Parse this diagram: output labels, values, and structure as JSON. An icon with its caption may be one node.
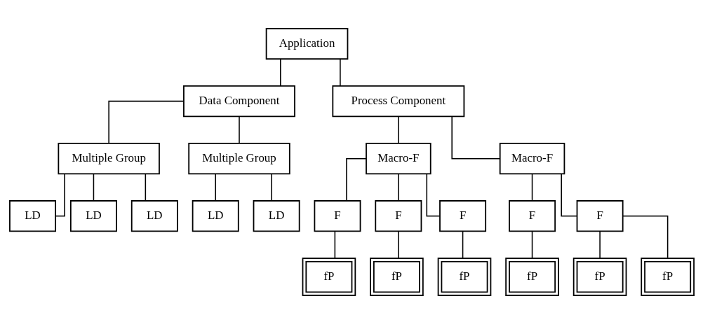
{
  "diagram": {
    "nodes": [
      {
        "text": [
          "Application"
        ]
      },
      {
        "text": [
          "Data Component"
        ]
      },
      {
        "text": [
          "Process Component"
        ]
      },
      {
        "text": [
          "Multiple Group"
        ]
      },
      {
        "text": [
          "Multiple Group"
        ]
      },
      {
        "text": [
          "LD"
        ]
      },
      {
        "text": [
          "LD"
        ]
      },
      {
        "text": [
          "LD"
        ]
      },
      {
        "text": [
          "LD"
        ]
      },
      {
        "text": [
          "LD"
        ]
      },
      {
        "text": [
          "Macro-F"
        ]
      },
      {
        "text": [
          "Macro-F"
        ]
      },
      {
        "text": [
          "F"
        ]
      },
      {
        "text": [
          "F"
        ]
      },
      {
        "text": [
          "F"
        ]
      },
      {
        "text": [
          "F"
        ]
      },
      {
        "text": [
          "F"
        ]
      },
      {
        "text": [
          "fP"
        ]
      },
      {
        "text": [
          "fP"
        ]
      },
      {
        "text": [
          "fP"
        ]
      },
      {
        "text": [
          "fP"
        ]
      },
      {
        "text": [
          "fP"
        ]
      },
      {
        "text": [
          "fP"
        ]
      }
    ],
    "edges": [
      {
        "from": 0,
        "to": 1,
        "arrow": "none"
      },
      {
        "from": 0,
        "to": 2,
        "arrow": "none"
      },
      {
        "from": 1,
        "to": 3,
        "arrow": "none"
      },
      {
        "from": 1,
        "to": 4,
        "arrow": "none"
      },
      {
        "from": 3,
        "to": 5,
        "arrow": "none"
      },
      {
        "from": 3,
        "to": 6,
        "arrow": "none"
      },
      {
        "from": 3,
        "to": 7,
        "arrow": "none"
      },
      {
        "from": 4,
        "to": 8,
        "arrow": "none"
      },
      {
        "from": 4,
        "to": 9,
        "arrow": "none"
      },
      {
        "from": 2,
        "to": 10,
        "arrow": "none"
      },
      {
        "from": 2,
        "to": 11,
        "arrow": "none"
      },
      {
        "from": 10,
        "to": 12,
        "arrow": "none"
      },
      {
        "from": 10,
        "to": 13,
        "arrow": "none"
      },
      {
        "from": 10,
        "to": 14,
        "arrow": "none"
      },
      {
        "from": 11,
        "to": 15,
        "arrow": "none"
      },
      {
        "from": 11,
        "to": 16,
        "arrow": "none"
      },
      {
        "from": 12,
        "to": 17,
        "arrow": "none"
      },
      {
        "from": 13,
        "to": 18,
        "arrow": "none"
      },
      {
        "from": 14,
        "to": 19,
        "arrow": "none"
      },
      {
        "from": 15,
        "to": 20,
        "arrow": "none"
      },
      {
        "from": 16,
        "to": 21,
        "arrow": "none"
      },
      {
        "from": 16,
        "to": 22,
        "arrow": "none"
      }
    ]
  }
}
